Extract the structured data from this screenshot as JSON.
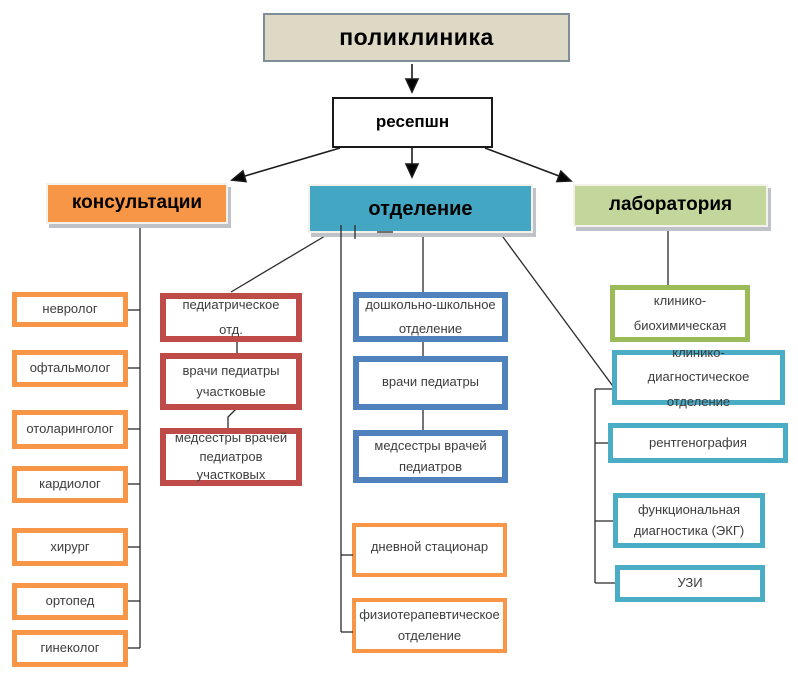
{
  "top": {
    "polyclinic": "поликлиника",
    "reception": "ресепшн"
  },
  "headers": {
    "consultations": "консультации",
    "department": "отделение",
    "laboratory": "лаборатория"
  },
  "consultations": {
    "items": [
      "невролог",
      "офтальмолог",
      "отоларинголог",
      "кардиолог",
      "хирург",
      "ортопед",
      "гинеколог"
    ]
  },
  "pediatric": {
    "items": [
      "педиатрическое отд.",
      "врачи педиатры участковые",
      "медсестры врачей педиатров участковых"
    ]
  },
  "preschool": {
    "items": [
      "дошкольно-школьное отделение",
      "врачи педиатры",
      "медсестры врачей педиатров"
    ]
  },
  "department_units": {
    "items": [
      "дневной стационар",
      "физиотерапевтическое отделение"
    ]
  },
  "laboratory_units": {
    "items": [
      "клинико-биохимическая",
      "клинико-диагностическое отделение",
      "рентгенография",
      "функциональная диагностика (ЭКГ)",
      "УЗИ"
    ]
  },
  "palette": {
    "orange": "#f79646",
    "teal_fill": "#43a6c3",
    "teal_border": "#4bacc6",
    "green_fill": "#c3d69b",
    "green_border": "#9bbb59",
    "red_border": "#be4b48",
    "blue_border": "#4f81bd",
    "title_fill": "#ded9c4",
    "line_color": "#2b2b2b"
  }
}
